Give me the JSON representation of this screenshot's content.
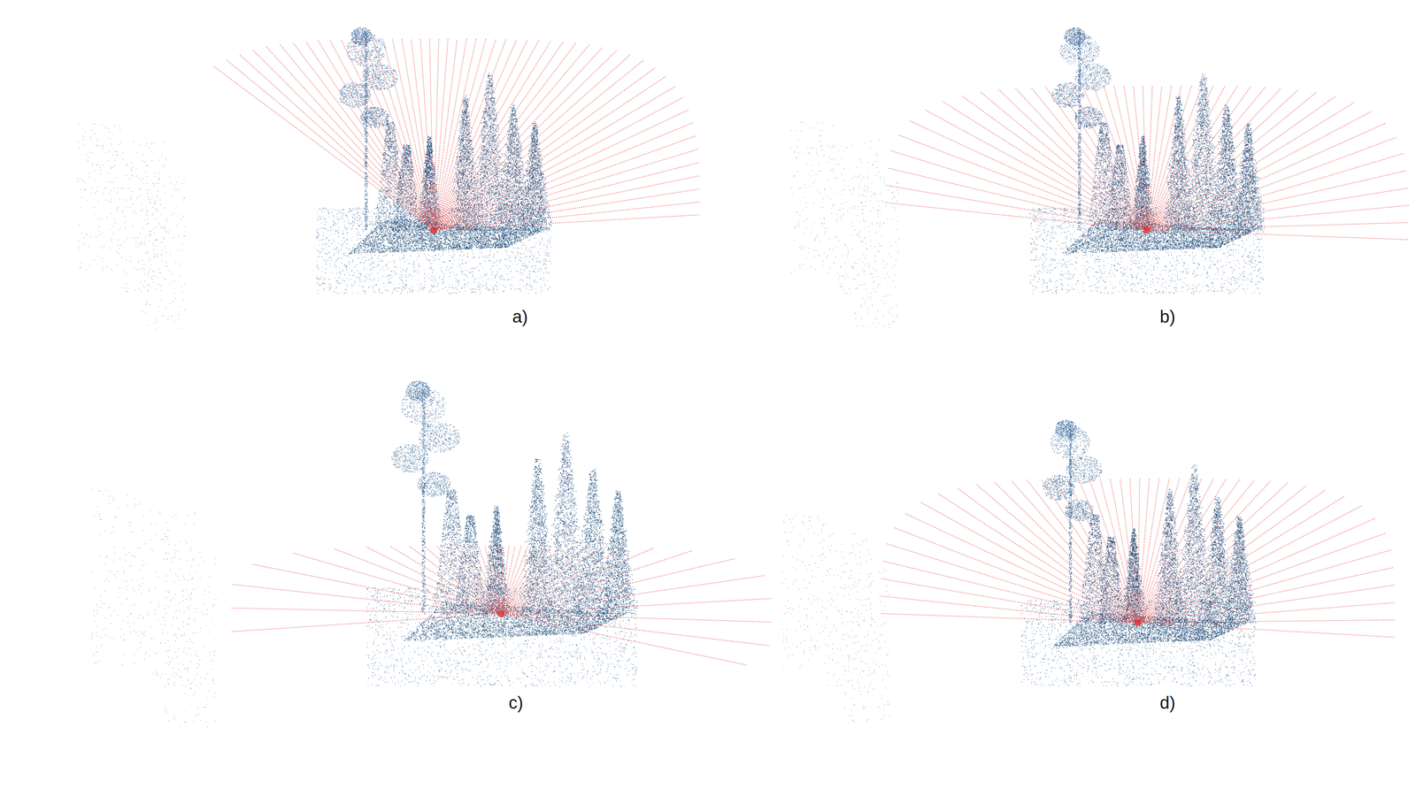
{
  "diagram": {
    "labels": [
      "a)",
      "b)",
      "c)",
      "d)"
    ]
  }
}
